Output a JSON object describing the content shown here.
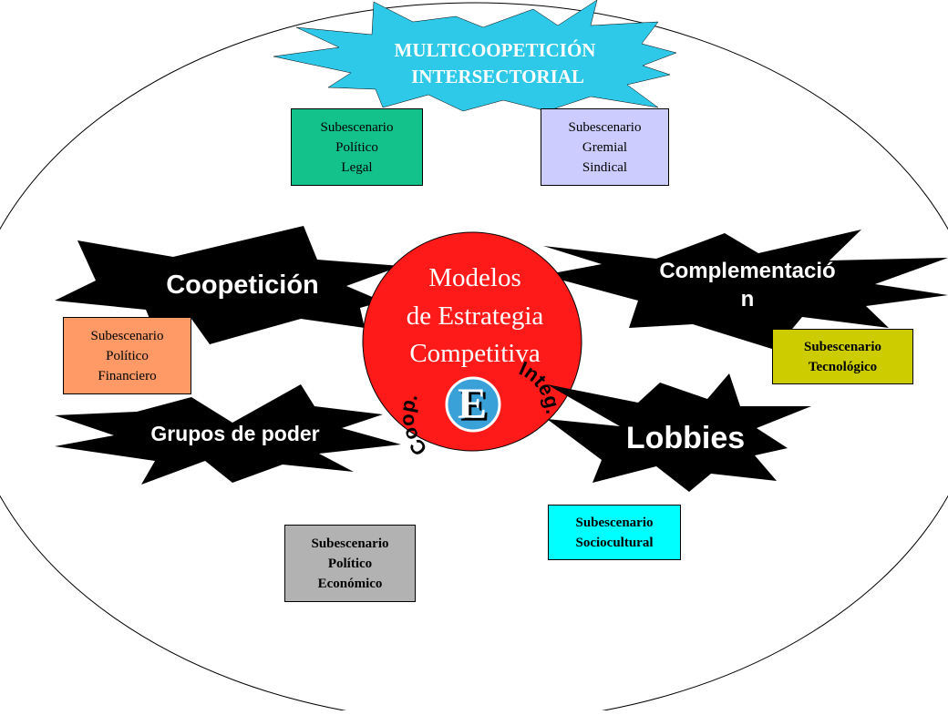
{
  "title_banner": {
    "line1": "MULTICOOPETICIÓN",
    "line2": "INTERSECTORIAL"
  },
  "center": {
    "line1": "Modelos",
    "line2": "de Estrategia",
    "line3": "Competitiva",
    "letter": "E",
    "arc_left": "Coop.",
    "arc_right": "Integ."
  },
  "bursts": {
    "coopeticion": "Coopetición",
    "complementacion_line1": "Complementació",
    "complementacion_line2": "n",
    "grupos": "Grupos de poder",
    "lobbies": "Lobbies"
  },
  "boxes": {
    "politico_legal": [
      "Subescenario",
      "Político",
      "Legal"
    ],
    "gremial_sindical": [
      "Subescenario",
      "Gremial",
      "Sindical"
    ],
    "politico_financiero": [
      "Subescenario",
      "Político",
      "Financiero"
    ],
    "tecnologico": [
      "Subescenario",
      "Tecnológico"
    ],
    "sociocultural": [
      "Subescenario",
      "Sociocultural"
    ],
    "politico_economico": [
      "Subescenario",
      "Político",
      "Económico"
    ]
  },
  "colors": {
    "banner": "#2ec8e8",
    "center_circle": "#ff1a1a",
    "e_circle": "#3aa0d8",
    "legal": "#13c28a",
    "gremial": "#ccccff",
    "financiero": "#ff9966",
    "tecnologico": "#cccc00",
    "sociocultural": "#00ffff",
    "economico": "#b2b2b2"
  }
}
